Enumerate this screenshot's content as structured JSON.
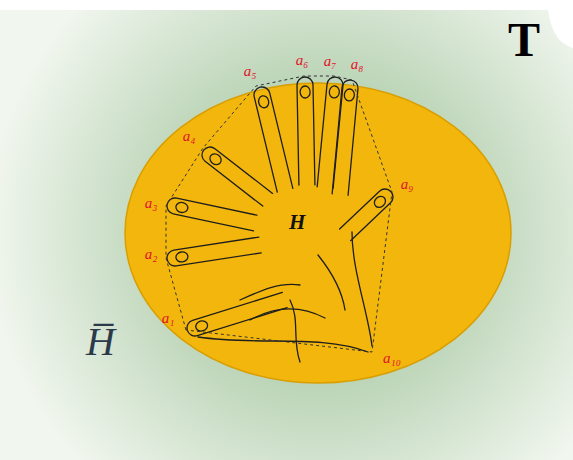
{
  "diagram": {
    "nodes": [
      {
        "text": [
          "T",
          "H̅"
        ]
      },
      {
        "text": [
          "H"
        ],
        "in": 0
      }
    ],
    "labels": [
      "a₁",
      "a₂",
      "a₃",
      "a₄",
      "a₅",
      "a₆",
      "a₇",
      "a₈",
      "a₉",
      "a₁₀"
    ]
  }
}
